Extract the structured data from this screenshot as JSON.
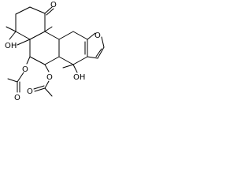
{
  "molecule": {
    "atoms": {
      "ketone_oxygen": "O",
      "furan_oxygen": "O",
      "hydroxyl_left": "OH",
      "hydroxyl_right": "OH",
      "ester_oxygen_left": "O",
      "ester_oxygen_right": "O",
      "carbonyl_oxygen_left": "O",
      "carbonyl_oxygen_right": "O"
    },
    "colors": {
      "bond": "#000000",
      "background": "#ffffff"
    }
  }
}
